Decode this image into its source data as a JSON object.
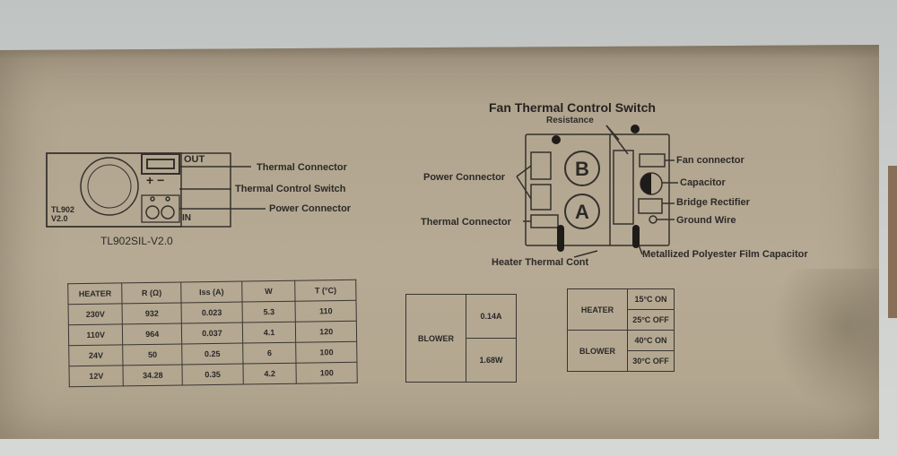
{
  "module": {
    "out": "OUT",
    "in": "IN",
    "plus_minus": "+ −",
    "model_short": "TL902",
    "version_short": "V2.0",
    "caption": "TL902SIL-V2.0",
    "callouts": [
      "Thermal Connector",
      "Thermal Control Switch",
      "Power Connector"
    ]
  },
  "board": {
    "title": "Fan Thermal Control Switch",
    "resistance": "Resistance",
    "letter_b": "B",
    "letter_a": "A",
    "left_callouts": [
      "Power Connector",
      "Thermal Connector"
    ],
    "right_callouts": [
      "Fan connector",
      "Capacitor",
      "Bridge Rectifier",
      "Ground Wire"
    ],
    "bottom_left": "Heater Thermal Cont",
    "bottom_right": "Metallized Polyester Film Capacitor"
  },
  "spec_table": {
    "headers": [
      "HEATER",
      "R (Ω)",
      "Iss (A)",
      "W",
      "T (°C)"
    ],
    "rows": [
      [
        "230V",
        "932",
        "0.023",
        "5.3",
        "110"
      ],
      [
        "110V",
        "964",
        "0.037",
        "4.1",
        "120"
      ],
      [
        "24V",
        "50",
        "0.25",
        "6",
        "100"
      ],
      [
        "12V",
        "34.28",
        "0.35",
        "4.2",
        "100"
      ]
    ]
  },
  "blower_table": {
    "label": "BLOWER",
    "values": [
      "0.14A",
      "1.68W"
    ]
  },
  "temp_table": {
    "rows": [
      {
        "label": "HEATER",
        "values": [
          "15°C ON",
          "25°C OFF"
        ]
      },
      {
        "label": "BLOWER",
        "values": [
          "40°C ON",
          "30°C OFF"
        ]
      }
    ]
  },
  "colors": {
    "cardboard": "#b4a892",
    "ink": "#2a2725",
    "background": "#c6c9c8"
  }
}
